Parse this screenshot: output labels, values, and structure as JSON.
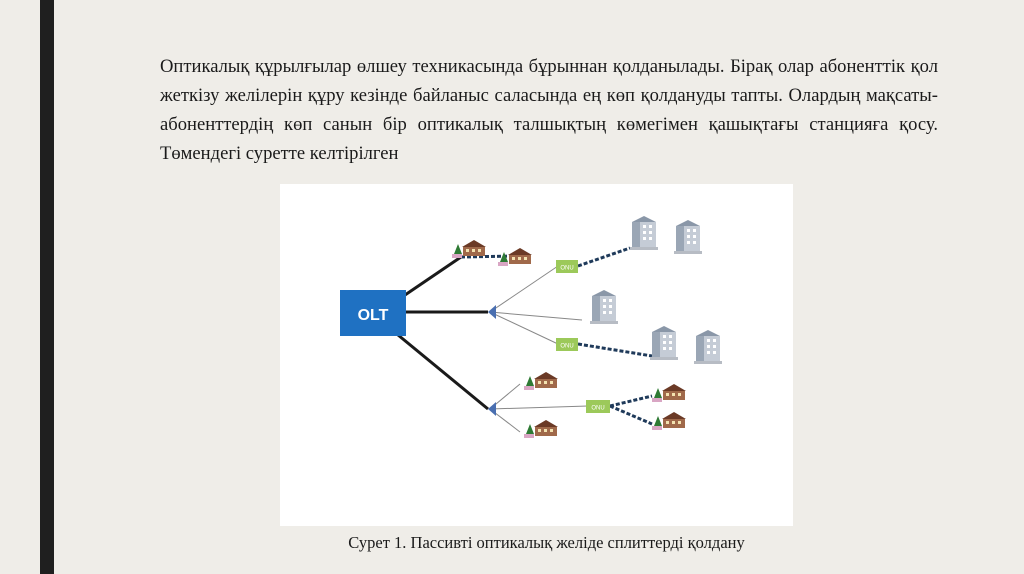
{
  "paragraph": "Оптикалық құрылғылар өлшеу техникасында бұрыннан қолданылады. Бірақ олар абоненттік қол жеткізу желілерін құру кезінде байланыс саласында ең көп қолдануды тапты. Олардың мақсаты-абоненттердің көп санын бір оптикалық талшықтың көмегімен қашықтағы станцияға қосу. Төмендегі суретте келтірілген",
  "figure": {
    "olt_label": "OLT",
    "onu_label": "ONU",
    "colors": {
      "olt": "#1f71c2",
      "onu": "#9cc95a",
      "splitter": "#4a6fb0",
      "fiber": "#1a1a1a"
    }
  },
  "caption": "Сурет 1. Пассивті оптикалық желіде сплиттерді қолдану"
}
